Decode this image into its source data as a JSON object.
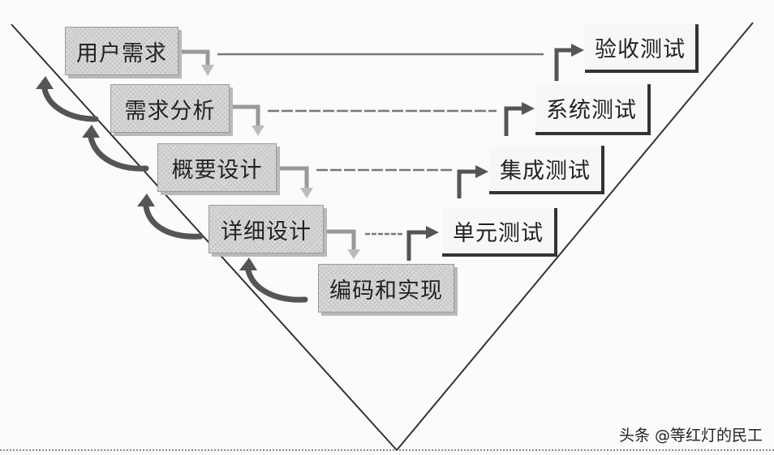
{
  "left_stages": [
    {
      "label": "用户需求"
    },
    {
      "label": "需求分析"
    },
    {
      "label": "概要设计"
    },
    {
      "label": "详细设计"
    },
    {
      "label": "编码和实现"
    }
  ],
  "right_stages": [
    {
      "label": "验收测试"
    },
    {
      "label": "系统测试"
    },
    {
      "label": "集成测试"
    },
    {
      "label": "单元测试"
    }
  ],
  "watermark": "头条 @等红灯的民工"
}
